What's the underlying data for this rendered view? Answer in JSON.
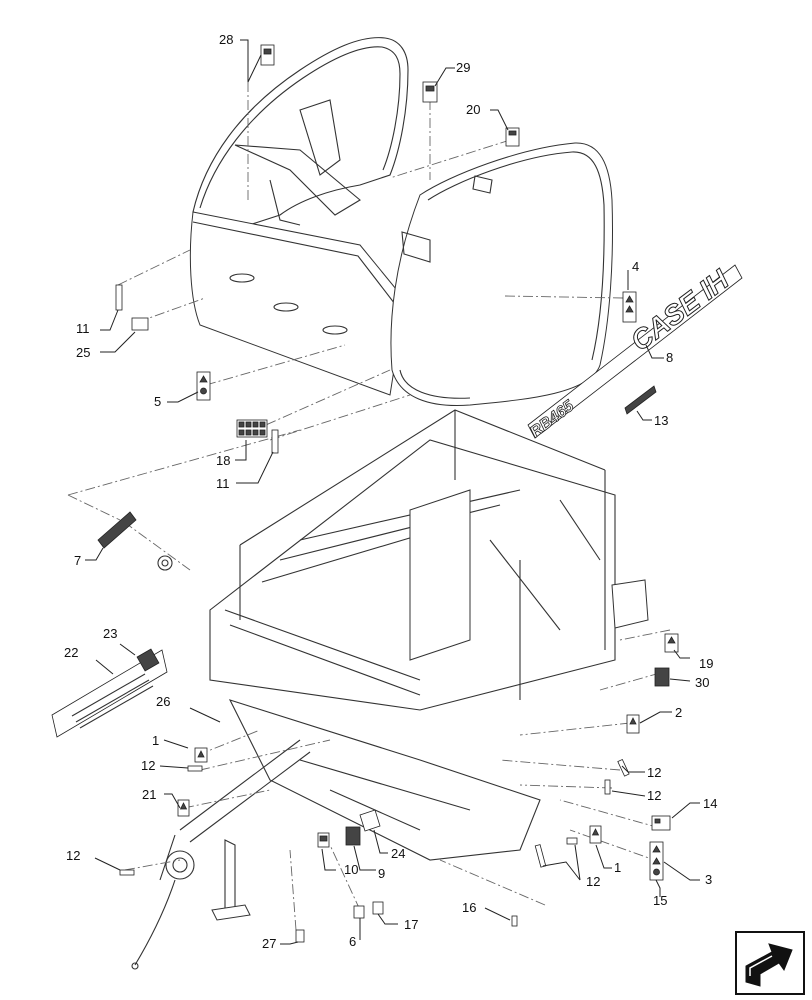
{
  "callouts": {
    "c1a": "1",
    "c1b": "1",
    "c2": "2",
    "c3": "3",
    "c4": "4",
    "c5": "5",
    "c6": "6",
    "c7": "7",
    "c8": "8",
    "c9": "9",
    "c10": "10",
    "c11a": "11",
    "c11b": "11",
    "c12a": "12",
    "c12b": "12",
    "c12c": "12",
    "c12d": "12",
    "c12e": "12",
    "c13": "13",
    "c14": "14",
    "c15": "15",
    "c16": "16",
    "c17": "17",
    "c18": "18",
    "c19": "19",
    "c20": "20",
    "c21": "21",
    "c22": "22",
    "c23": "23",
    "c24": "24",
    "c25": "25",
    "c26": "26",
    "c27": "27",
    "c28": "28",
    "c29": "29",
    "c30": "30"
  },
  "decals": {
    "brand": "CASE IH",
    "model": "RB465"
  },
  "nav_icon": "next-page-arrow-icon"
}
